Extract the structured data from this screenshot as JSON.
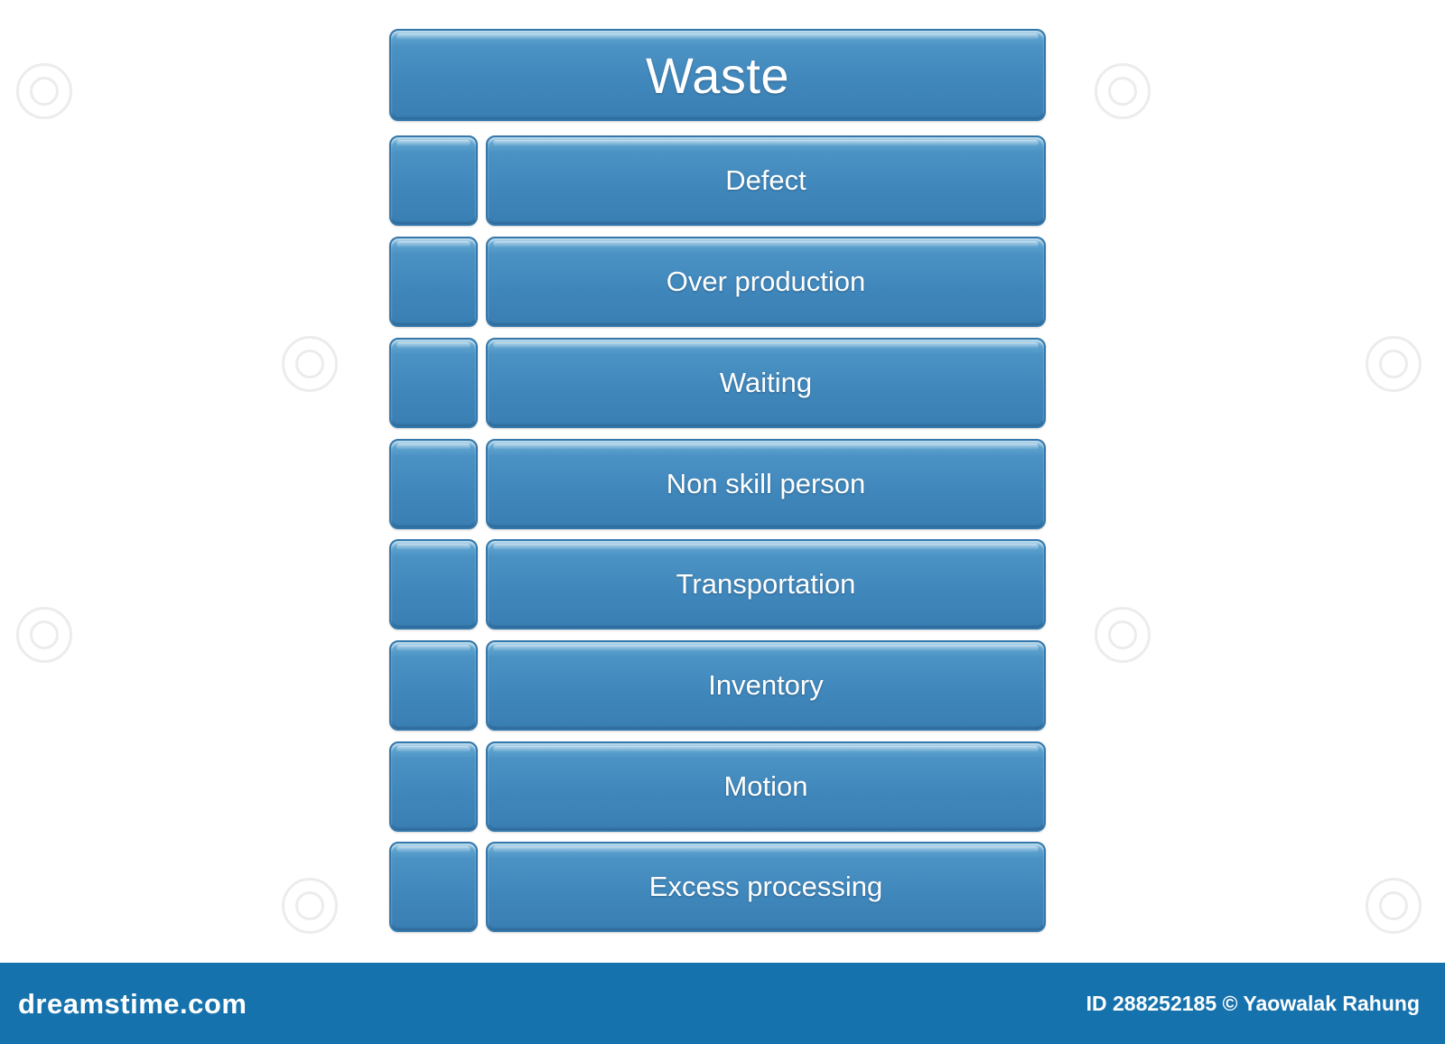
{
  "diagram": {
    "title": "Waste",
    "items": [
      "Defect",
      "Over production",
      "Waiting",
      "Non skill person",
      "Transportation",
      "Inventory",
      "Motion",
      "Excess processing"
    ]
  },
  "footer": {
    "logo_text": "dreamstime.com",
    "credit": "ID 288252185 © Yaowalak Rahung"
  },
  "colors": {
    "box_blue": "#3f86bb",
    "footer_blue": "#1672ad",
    "text": "#ffffff"
  }
}
